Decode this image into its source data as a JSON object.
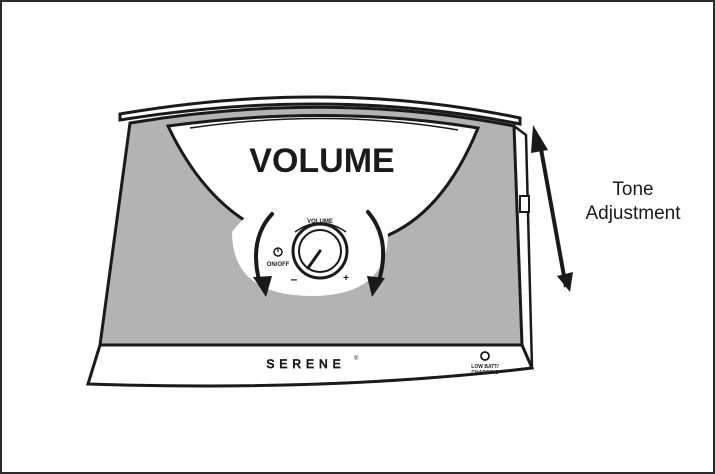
{
  "device": {
    "front_label": "VOLUME",
    "knob_label": "VOLUME",
    "power_label": "ON/OFF",
    "minus_sign": "–",
    "plus_sign": "+",
    "brand": "SERENE",
    "brand_mark": "®",
    "led_label_line1": "LOW BATT/",
    "led_label_line2": "CHARGING"
  },
  "annotation": {
    "tone_line1": "Tone",
    "tone_line2": "Adjustment"
  },
  "colors": {
    "outline": "#1a1a1a",
    "grille": "#b3b3b3",
    "panel": "#ffffff",
    "frame": "#2b2b2b"
  }
}
